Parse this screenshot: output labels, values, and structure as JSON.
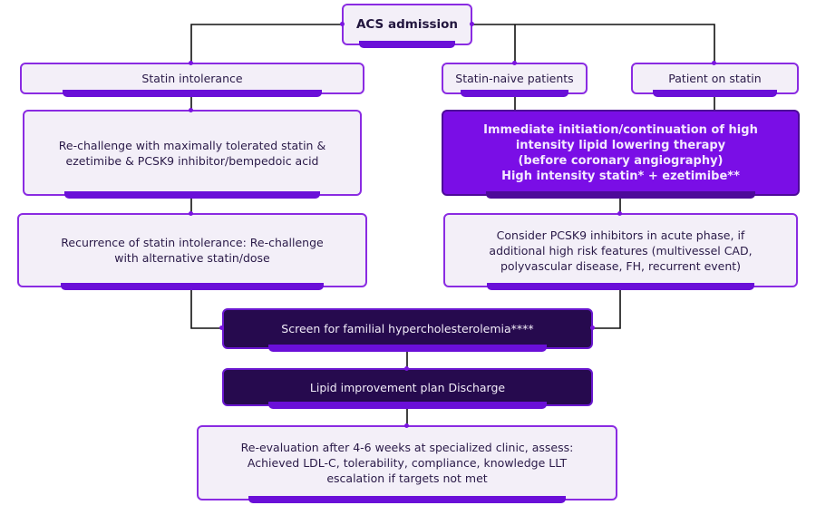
{
  "diagram": {
    "colors": {
      "light_fill": "#f3eff8",
      "light_border": "#8a2be2",
      "highlight_fill": "#7a0ee6",
      "dark_fill": "#260a4e",
      "connector": "#111111",
      "accent": "#6a0fd8"
    },
    "nodes": {
      "acs_admission": "ACS admission",
      "statin_intolerance": "Statin intolerance",
      "statin_naive": "Statin-naive patients",
      "patient_on_statin": "Patient on statin",
      "rechallenge": "Re-challenge with maximally tolerated statin &\nezetimibe & PCSK9 inhibitor/bempedoic acid",
      "immediate_initiation": "Immediate initiation/continuation of high\nintensity lipid lowering therapy\n(before coronary angiography)\nHigh intensity statin* + ezetimibe**",
      "recurrence": "Recurrence of statin intolerance: Re-challenge\nwith alternative statin/dose",
      "consider_pcsk9": "Consider PCSK9 inhibitors in acute phase, if\nadditional high risk features (multivessel CAD,\npolyvascular disease, FH, recurrent event)",
      "screen_fh": "Screen for familial hypercholesterolemia****",
      "lipid_plan": "Lipid improvement plan Discharge",
      "reevaluation": "Re-evaluation after 4-6 weeks at specialized clinic, assess:\nAchieved LDL-C, tolerability, compliance, knowledge LLT\nescalation if targets not met"
    },
    "edges": [
      {
        "from": "ACS admission",
        "to": "Statin intolerance"
      },
      {
        "from": "ACS admission",
        "to": "Statin-naive patients"
      },
      {
        "from": "ACS admission",
        "to": "Patient on statin"
      },
      {
        "from": "Statin intolerance",
        "to": "Re-challenge with maximally tolerated statin & ezetimibe & PCSK9 inhibitor/bempedoic acid"
      },
      {
        "from": "Re-challenge with maximally tolerated statin & ezetimibe & PCSK9 inhibitor/bempedoic acid",
        "to": "Recurrence of statin intolerance: Re-challenge with alternative statin/dose"
      },
      {
        "from": "Statin-naive patients",
        "to": "Immediate initiation/continuation of high intensity lipid lowering therapy"
      },
      {
        "from": "Patient on statin",
        "to": "Immediate initiation/continuation of high intensity lipid lowering therapy"
      },
      {
        "from": "Immediate initiation/continuation of high intensity lipid lowering therapy",
        "to": "Consider PCSK9 inhibitors in acute phase"
      },
      {
        "from": "Recurrence of statin intolerance: Re-challenge with alternative statin/dose",
        "to": "Screen for familial hypercholesterolemia****"
      },
      {
        "from": "Consider PCSK9 inhibitors in acute phase",
        "to": "Screen for familial hypercholesterolemia****"
      },
      {
        "from": "Screen for familial hypercholesterolemia****",
        "to": "Lipid improvement plan Discharge"
      },
      {
        "from": "Lipid improvement plan Discharge",
        "to": "Re-evaluation after 4-6 weeks at specialized clinic"
      }
    ]
  }
}
